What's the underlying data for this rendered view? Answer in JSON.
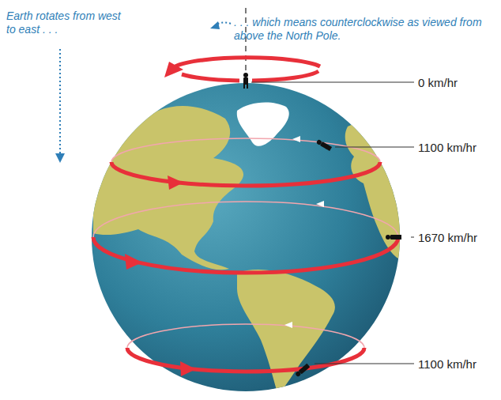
{
  "diagram": {
    "labels": [
      "Earth rotates from west to east . . .",
      ". . . which means counterclockwise as viewed from above the North Pole.",
      "0 km/hr",
      "1100 km/hr",
      "1670 km/hr",
      "1100 km/hr"
    ]
  }
}
